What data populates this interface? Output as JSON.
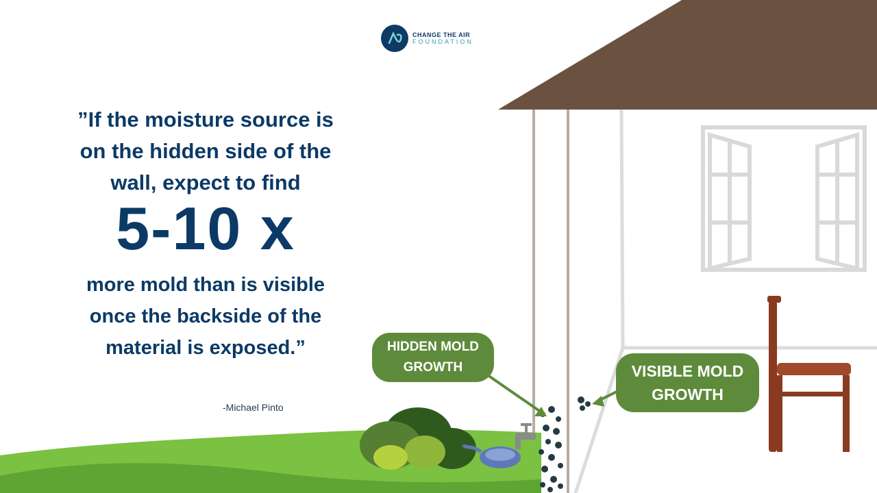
{
  "logo": {
    "icon": "change-the-air-logo-mark",
    "line1": "CHANGE THE AIR",
    "line2": "FOUNDATION"
  },
  "quote": {
    "top": "”If the moisture source is on the hidden side of the wall, expect to find",
    "highlight": "5-10 x",
    "bottom": "more mold than is visible once the backside of the material is exposed.”"
  },
  "attribution": "-Michael Pinto",
  "labels": {
    "hidden": "HIDDEN MOLD GROWTH",
    "visible": "VISIBLE MOLD GROWTH"
  },
  "colors": {
    "navy": "#0b3a66",
    "roof": "#6b5140",
    "label_green": "#5e8b3b",
    "grass": "#7bc142",
    "chair": "#8b3a22"
  }
}
